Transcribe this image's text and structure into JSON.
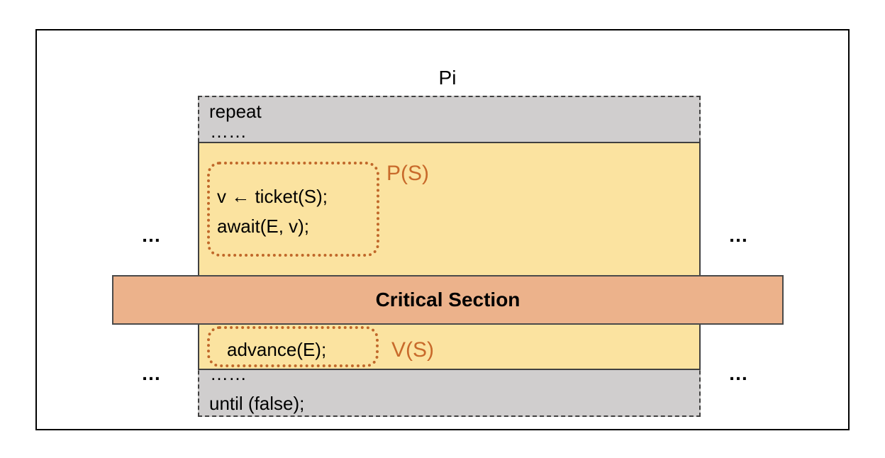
{
  "diagram": {
    "process_label": "Pi",
    "top_code": {
      "line1": "repeat",
      "line2": "……"
    },
    "p_block": {
      "line1": "v ← ticket(S);",
      "line2": "await(E, v);",
      "label": "P(S)"
    },
    "critical_section": "Critical Section",
    "v_block": {
      "line1": "advance(E);",
      "label": "V(S)"
    },
    "bottom_code": {
      "line1": "……",
      "line2": "until (false);"
    },
    "ellipses": {
      "left_top": "…",
      "right_top": "…",
      "left_bottom": "…",
      "right_bottom": "…"
    }
  },
  "colors": {
    "gray_region": "#d0cece",
    "yellow_region": "#fbe3a0",
    "critical_fill": "#ecb28b",
    "orange_accent": "#c86a2b"
  }
}
